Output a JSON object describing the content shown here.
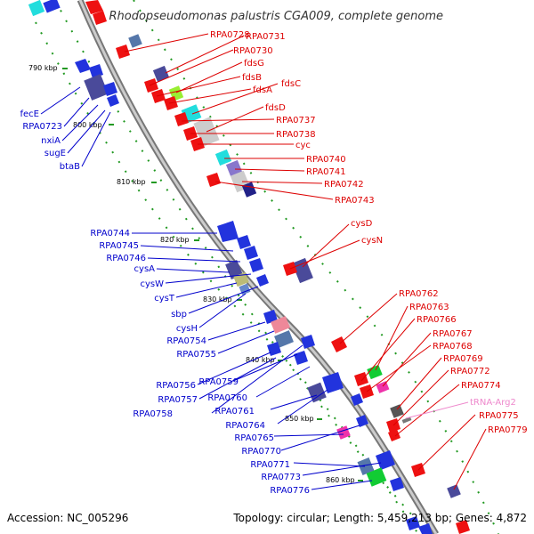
{
  "title": "Rhodopseudomonas palustris CGA009, complete genome",
  "footer": {
    "accession": "Accession: NC_005296",
    "topology": "Topology: circular; Length: 5,459,213 bp; Genes: 4,872"
  },
  "kbp_ticks": [
    "790 kbp",
    "800 kbp",
    "810 kbp",
    "820 kbp",
    "830 kbp",
    "840 kbp",
    "850 kbp",
    "860 kbp"
  ],
  "colors": {
    "forward_label": "#dd0000",
    "reverse_label": "#0000cc",
    "trna_label": "#ee88cc",
    "backbone": "#999999",
    "dots": "#229922"
  },
  "labels_forward": [
    "RPA0731",
    "RPA0728",
    "RPA0730",
    "fdsG",
    "fdsB",
    "fdsA",
    "fdsC",
    "fdsD",
    "RPA0737",
    "RPA0738",
    "cyc",
    "RPA0740",
    "RPA0741",
    "RPA0742",
    "RPA0743",
    "cysD",
    "cysN",
    "RPA0762",
    "RPA0763",
    "RPA0766",
    "RPA0767",
    "RPA0768",
    "RPA0769",
    "RPA0772",
    "RPA0774",
    "RPA0775",
    "RPA0779"
  ],
  "labels_trna": [
    "tRNA-Arg2"
  ],
  "labels_reverse": [
    "fecE",
    "RPA0723",
    "nxiA",
    "sugE",
    "btaB",
    "RPA0744",
    "RPA0745",
    "RPA0746",
    "cysA",
    "cysW",
    "cysT",
    "sbp",
    "cysH",
    "RPA0754",
    "RPA0755",
    "RPA0756",
    "RPA0757",
    "RPA0758",
    "RPA0759",
    "RPA0760",
    "RPA0761",
    "RPA0764",
    "RPA0765",
    "RPA0770",
    "RPA0771",
    "RPA0773",
    "RPA0776"
  ]
}
